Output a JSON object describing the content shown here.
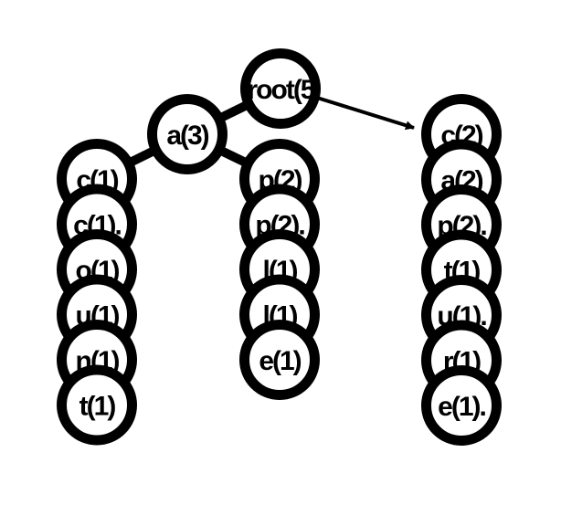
{
  "colors": {
    "node_fill": "#ffffff",
    "node_stroke": "#000000",
    "edge": "#000000",
    "background": "#ffffff"
  },
  "tree": {
    "root": {
      "label": "root(5"
    },
    "a": {
      "label": "a(3)"
    },
    "c_col": {
      "labels": [
        "c(2)",
        "a(2)",
        "p(2).",
        "t(1)",
        "u(1).",
        "r(1)",
        "e(1)."
      ]
    },
    "left_col": {
      "labels": [
        "c(1)",
        "c(1).",
        "o(1)",
        "u(1)",
        "n(1)",
        "t(1)"
      ]
    },
    "mid_col": {
      "labels": [
        "p(2)",
        "p(2).",
        "l(1)",
        "l(1)",
        "e(1)"
      ]
    }
  }
}
